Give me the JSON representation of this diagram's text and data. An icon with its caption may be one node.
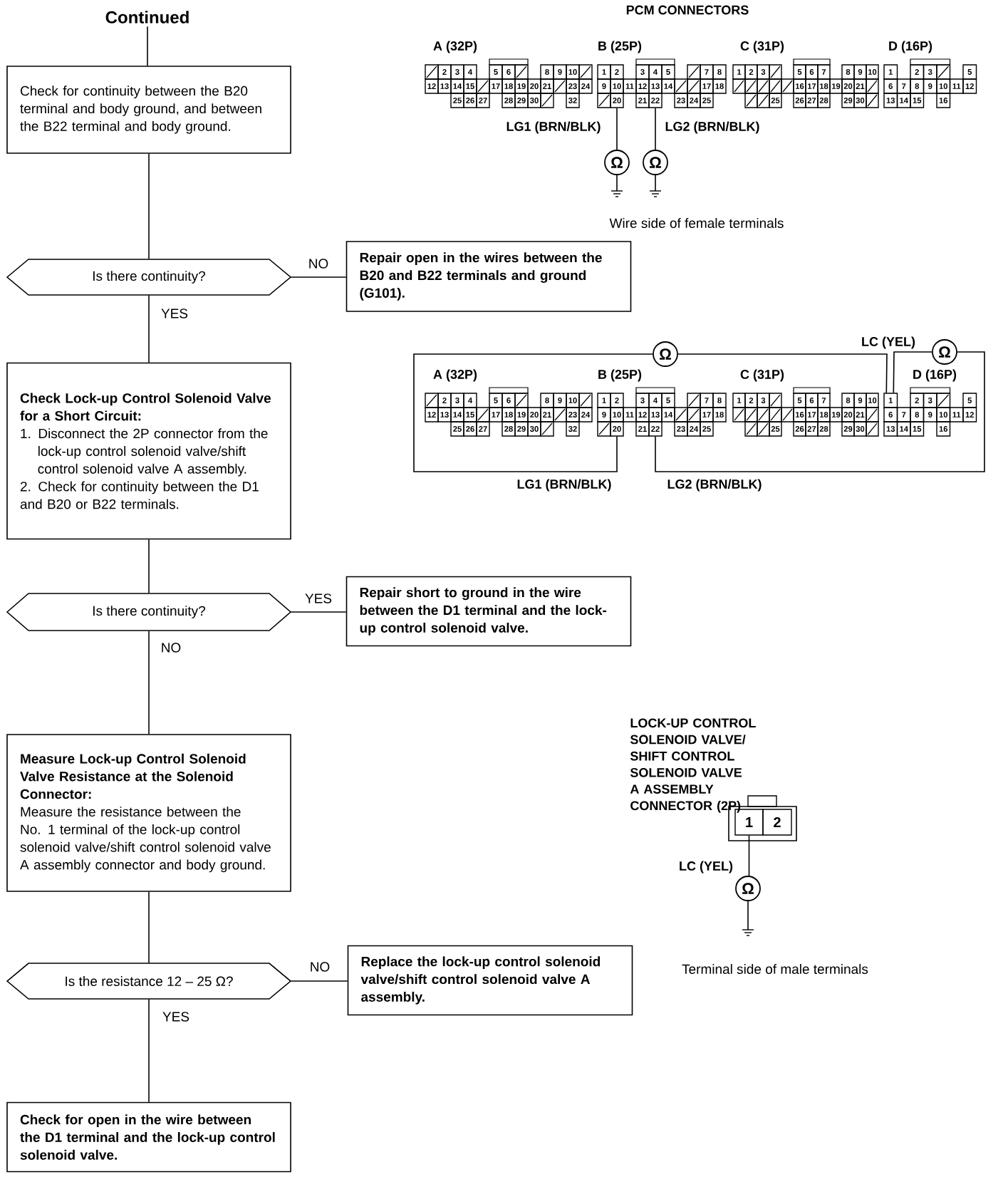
{
  "diagram": {
    "nodes": [
      {
        "text": [
          "Continued"
        ]
      },
      {
        "text": [
          "Check for continuity between the B20 terminal and body ground, and between the B22 terminal and body ground."
        ]
      },
      {
        "text": [
          "Is there continuity?"
        ]
      },
      {
        "text": [
          "Repair open in the wires between the B20 and B22 terminals and ground (G101)."
        ]
      },
      {
        "text": [
          "Check Lock-up Control Solenoid Valve for a Short Circuit:",
          "1. Disconnect the 2P connector from the lock-up control solenoid valve/shift control solenoid valve A assembly.",
          "2. Check for continuity between the D1 and B20 or B22 terminals."
        ]
      },
      {
        "text": [
          "Is there continuity?"
        ]
      },
      {
        "text": [
          "Repair short to ground in the wire between the D1 terminal and the lock-up control solenoid valve."
        ]
      },
      {
        "text": [
          "Measure Lock-up Control Solenoid Valve Resistance at the Solenoid Connector:",
          "Measure the resistance between the No. 1 terminal of the lock-up control solenoid valve/shift control solenoid valve A assembly connector and body ground."
        ]
      },
      {
        "text": [
          "Is the resistance 12 – 25 Ω?"
        ]
      },
      {
        "text": [
          "Replace the lock-up control solenoid valve/shift control solenoid valve A assembly."
        ]
      },
      {
        "text": [
          "Check for open in the wire between the D1 terminal and the lock-up control solenoid valve."
        ]
      },
      {
        "text": [
          "20"
        ]
      },
      {
        "text": [
          "22"
        ]
      },
      {
        "text": [
          "Ω"
        ]
      },
      {
        "text": [
          "Ω"
        ]
      },
      {
        "text": [],
        "shape": "ground"
      },
      {
        "text": [],
        "shape": "ground"
      },
      {
        "text": [
          "Ω"
        ]
      },
      {
        "text": [
          "Ω"
        ]
      },
      {
        "text": [
          "20"
        ]
      },
      {
        "text": [
          "22"
        ]
      },
      {
        "text": [
          "1"
        ]
      },
      {
        "text": [
          "1"
        ]
      },
      {
        "text": [
          "Ω"
        ]
      },
      {
        "text": [],
        "shape": "ground"
      }
    ],
    "edges": [
      {
        "from": 0,
        "to": 1,
        "arrow": "none"
      },
      {
        "from": 1,
        "to": 2,
        "arrow": "none"
      },
      {
        "from": 2,
        "to": 3,
        "arrow": "none",
        "label": "NO"
      },
      {
        "from": 2,
        "to": 4,
        "arrow": "none",
        "label": "YES"
      },
      {
        "from": 4,
        "to": 5,
        "arrow": "none"
      },
      {
        "from": 5,
        "to": 6,
        "arrow": "none",
        "label": "YES"
      },
      {
        "from": 5,
        "to": 7,
        "arrow": "none",
        "label": "NO"
      },
      {
        "from": 7,
        "to": 8,
        "arrow": "none"
      },
      {
        "from": 8,
        "to": 9,
        "arrow": "none",
        "label": "NO"
      },
      {
        "from": 8,
        "to": 10,
        "arrow": "none",
        "label": "YES"
      },
      {
        "from": 11,
        "to": 13,
        "arrow": "none",
        "label": "LG1 (BRN/BLK)"
      },
      {
        "from": 12,
        "to": 14,
        "arrow": "none",
        "label": "LG2 (BRN/BLK)"
      },
      {
        "from": 13,
        "to": 15,
        "arrow": "none"
      },
      {
        "from": 14,
        "to": 16,
        "arrow": "none"
      },
      {
        "from": 19,
        "to": 17,
        "arrow": "none",
        "label": "LG1 (BRN/BLK)"
      },
      {
        "from": 17,
        "to": 21,
        "arrow": "none",
        "label": "LC (YEL)"
      },
      {
        "from": 21,
        "to": 18,
        "arrow": "none"
      },
      {
        "from": 18,
        "to": 20,
        "arrow": "none",
        "label": "LG2 (BRN/BLK)"
      },
      {
        "from": 22,
        "to": 23,
        "arrow": "none",
        "label": "LC (YEL)"
      },
      {
        "from": 23,
        "to": 24,
        "arrow": "none"
      }
    ],
    "labels": [
      "PCM CONNECTORS",
      "A (32P)",
      "B (25P)",
      "C (31P)",
      "D (16P)",
      "2",
      "3",
      "4",
      "5",
      "6",
      "8",
      "9",
      "10",
      "12",
      "13",
      "14",
      "15",
      "17",
      "18",
      "19",
      "20",
      "21",
      "23",
      "24",
      "25",
      "26",
      "27",
      "28",
      "29",
      "30",
      "32",
      "1",
      "2",
      "3",
      "4",
      "5",
      "7",
      "8",
      "9",
      "10",
      "11",
      "12",
      "13",
      "14",
      "17",
      "18",
      "21",
      "23",
      "24",
      "25",
      "1",
      "2",
      "3",
      "5",
      "6",
      "7",
      "8",
      "9",
      "10",
      "16",
      "17",
      "18",
      "19",
      "20",
      "21",
      "25",
      "26",
      "27",
      "28",
      "29",
      "30",
      "1",
      "2",
      "3",
      "5",
      "6",
      "7",
      "8",
      "9",
      "10",
      "11",
      "12",
      "13",
      "14",
      "15",
      "16",
      "Wire side of female terminals",
      "A (32P)",
      "B (25P)",
      "C (31P)",
      "D (16P)",
      "2",
      "3",
      "4",
      "5",
      "6",
      "8",
      "9",
      "10",
      "12",
      "13",
      "14",
      "15",
      "17",
      "18",
      "19",
      "20",
      "21",
      "23",
      "24",
      "25",
      "26",
      "27",
      "28",
      "29",
      "30",
      "32",
      "1",
      "2",
      "3",
      "4",
      "5",
      "7",
      "8",
      "9",
      "10",
      "11",
      "12",
      "13",
      "14",
      "17",
      "18",
      "21",
      "23",
      "24",
      "25",
      "1",
      "2",
      "3",
      "5",
      "6",
      "7",
      "8",
      "9",
      "10",
      "16",
      "17",
      "18",
      "19",
      "20",
      "21",
      "25",
      "26",
      "27",
      "28",
      "29",
      "30",
      "2",
      "3",
      "5",
      "6",
      "7",
      "8",
      "9",
      "10",
      "11",
      "12",
      "13",
      "14",
      "15",
      "16",
      "LOCK-UP CONTROL SOLENOID VALVE/ SHIFT CONTROL SOLENOID VALVE A ASSEMBLY CONNECTOR (2P)",
      "2",
      "Terminal side of male terminals"
    ]
  }
}
